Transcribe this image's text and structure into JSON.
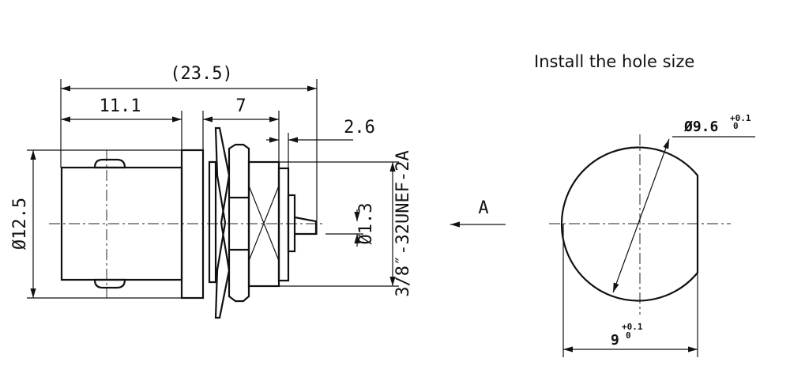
{
  "title": "Install the hole size",
  "side_view": {
    "overall_length": "(23.5)",
    "body_length": "11.1",
    "thread_length": "7",
    "pin_length": "2.6",
    "body_diameter": "Ø12.5",
    "pin_diameter": "Ø1.3",
    "thread_spec": "3/8″-32UNEF-2A",
    "view_label": "A"
  },
  "hole_view": {
    "diameter": "Ø9.6",
    "diameter_tol_upper": "+0.1",
    "diameter_tol_lower": "0",
    "flat_width": "9",
    "flat_tol_upper": "+0.1",
    "flat_tol_lower": "0"
  }
}
